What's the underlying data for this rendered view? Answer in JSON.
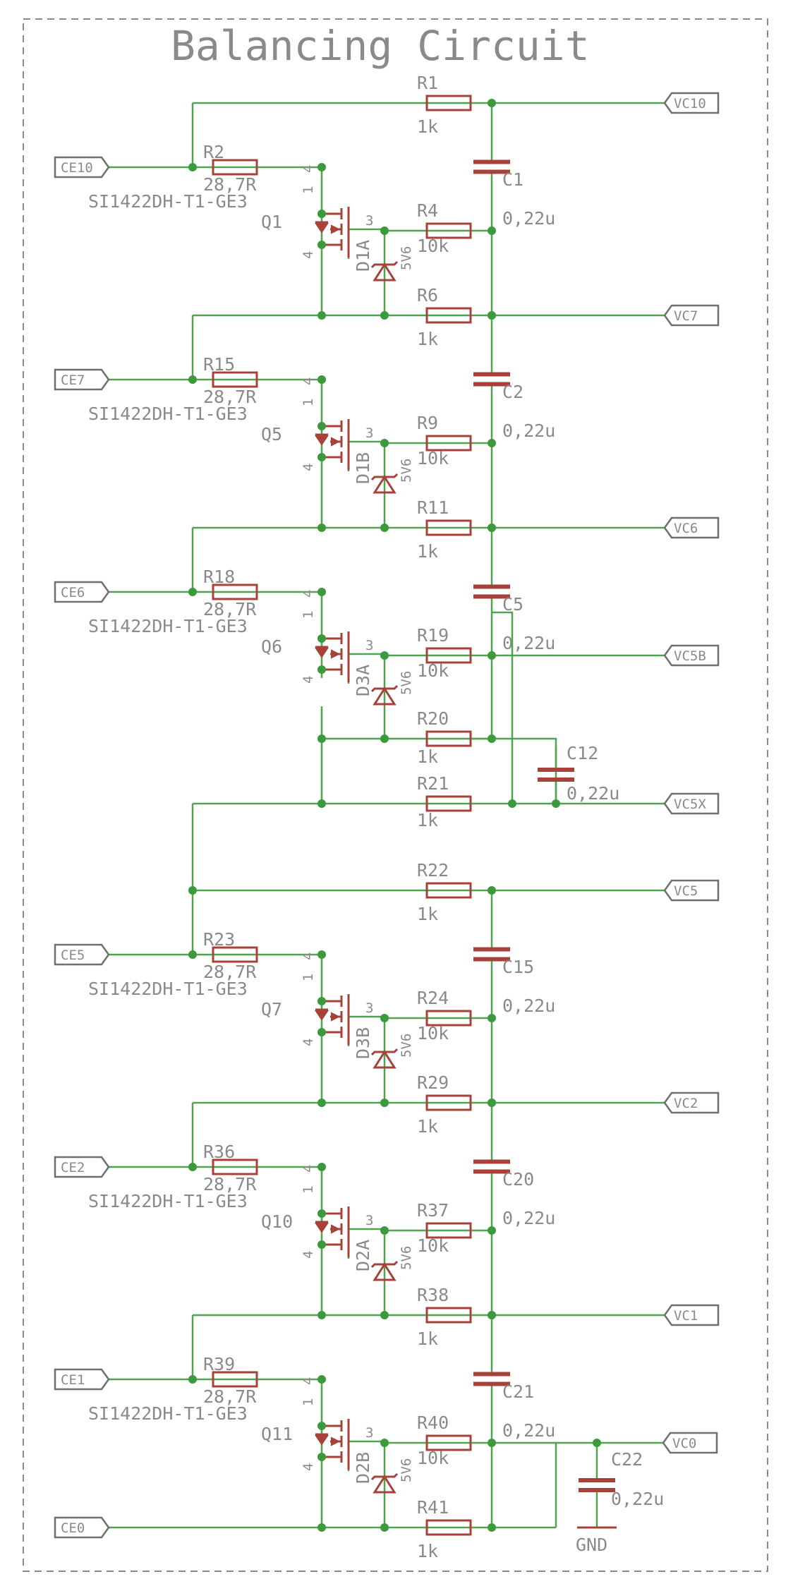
{
  "title": "Balancing Circuit",
  "stages": [
    {
      "gate_port": "CE10",
      "gate_resistor": "R2",
      "gate_value": "28,7R",
      "mosfet_part": "SI1422DH-T1-GE3",
      "mosfet_ref": "Q1",
      "zener_ref": "D1A",
      "zener_value": "5V6",
      "sense_resistor": "R4",
      "sense_value": "10k",
      "cap_ref": "C1",
      "cap_value": "0,22u",
      "top_resistor": "R1",
      "top_value": "1k",
      "top_port": "VC10"
    },
    {
      "gate_port": "CE7",
      "gate_resistor": "R15",
      "gate_value": "28,7R",
      "mosfet_part": "SI1422DH-T1-GE3",
      "mosfet_ref": "Q5",
      "zener_ref": "D1B",
      "zener_value": "5V6",
      "sense_resistor": "R9",
      "sense_value": "10k",
      "cap_ref": "C2",
      "cap_value": "0,22u",
      "top_resistor": "R6",
      "top_value": "1k",
      "top_port": "VC7"
    },
    {
      "gate_port": "CE6",
      "gate_resistor": "R18",
      "gate_value": "28,7R",
      "mosfet_part": "SI1422DH-T1-GE3",
      "mosfet_ref": "Q6",
      "zener_ref": "D3A",
      "zener_value": "5V6",
      "sense_resistor": "R19",
      "sense_value": "10k",
      "cap_ref": "C5",
      "cap_value": "0,22u",
      "top_resistor": "R11",
      "top_value": "1k",
      "top_port": "VC6"
    },
    {
      "gate_port": "CE5",
      "gate_resistor": "R23",
      "gate_value": "28,7R",
      "mosfet_part": "SI1422DH-T1-GE3",
      "mosfet_ref": "Q7",
      "zener_ref": "D3B",
      "zener_value": "5V6",
      "sense_resistor": "R24",
      "sense_value": "10k",
      "cap_ref": "C15",
      "cap_value": "0,22u",
      "top_resistor": "R22",
      "top_value": "1k",
      "top_port": "VC5"
    },
    {
      "gate_port": "CE2",
      "gate_resistor": "R36",
      "gate_value": "28,7R",
      "mosfet_part": "SI1422DH-T1-GE3",
      "mosfet_ref": "Q10",
      "zener_ref": "D2A",
      "zener_value": "5V6",
      "sense_resistor": "R37",
      "sense_value": "10k",
      "cap_ref": "C20",
      "cap_value": "0,22u",
      "top_resistor": "R29",
      "top_value": "1k",
      "top_port": "VC2"
    },
    {
      "gate_port": "CE1",
      "gate_resistor": "R39",
      "gate_value": "28,7R",
      "mosfet_part": "SI1422DH-T1-GE3",
      "mosfet_ref": "Q11",
      "zener_ref": "D2B",
      "zener_value": "5V6",
      "sense_resistor": "R40",
      "sense_value": "10k",
      "cap_ref": "C21",
      "cap_value": "0,22u",
      "top_resistor": "R38",
      "top_value": "1k",
      "top_port": "VC1"
    }
  ],
  "extra": {
    "r20": {
      "ref": "R20",
      "value": "1k"
    },
    "r21": {
      "ref": "R21",
      "value": "1k",
      "port": "VC5X"
    },
    "r41": {
      "ref": "R41",
      "value": "1k",
      "port": "CE0"
    },
    "vc5b_port": "VC5B",
    "c12": {
      "ref": "C12",
      "value": "0,22u"
    },
    "c22": {
      "ref": "C22",
      "value": "0,22u",
      "ground": "GND",
      "port": "VC0"
    }
  },
  "pin_labels": {
    "source": "1",
    "bulk": "4",
    "gate": "3"
  },
  "colors": {
    "wire": "#4ea54e",
    "component": "#a8413a",
    "junction": "#3c9a3c",
    "text": "#8a8a8a",
    "frame": "#8a8a8a"
  }
}
